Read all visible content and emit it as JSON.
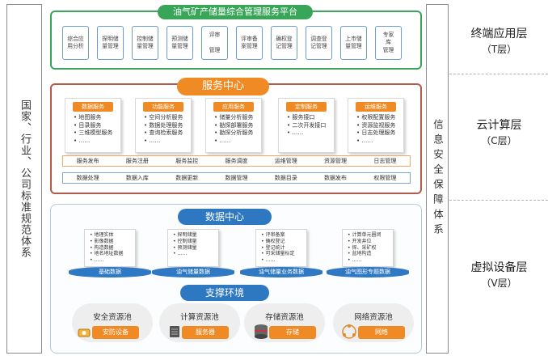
{
  "left_column": "国家、行业、公司标准规范体系",
  "middle_column": "信息安全保障体系",
  "layers": [
    {
      "name": "终端应用层",
      "sub": "（T层）"
    },
    {
      "name": "云计算层",
      "sub": "（C层）"
    },
    {
      "name": "虚拟设备层",
      "sub": "（V层）"
    }
  ],
  "terminal": {
    "title": "油气矿产储量综合管理服务平台",
    "apps": [
      "综合应\n用分析",
      "探明储\n量管理",
      "控制储\n量管理",
      "预测储\n量管理",
      "评审\n\n管理",
      "评审备\n案管理",
      "确权登\n记管理",
      "调查登\n记管理",
      "上市储\n量管理",
      "专家\n库\n管理"
    ]
  },
  "service_center": {
    "title": "服务中心",
    "cards": [
      {
        "head": "数据服务",
        "items": [
          "地图服务",
          "目录服务",
          "三维模型服务",
          "……"
        ]
      },
      {
        "head": "功能服务",
        "items": [
          "空间分析服务",
          "数据处理服务",
          "查询检索服务",
          "……"
        ]
      },
      {
        "head": "应用服务",
        "items": [
          "储量分析服务",
          "勘探部署服务",
          "勘探分析服务",
          "……"
        ]
      },
      {
        "head": "定制服务",
        "items": [
          "服务接口",
          "二次开发接口",
          "……"
        ]
      },
      {
        "head": "运维服务",
        "items": [
          "权限配置服务",
          "资源监视服务",
          "日志处理服务",
          "……"
        ]
      }
    ],
    "strip1": [
      "服务发布",
      "服务注册",
      "服务监控",
      "服务调度",
      "运维管理",
      "资源管理",
      "日志管理"
    ],
    "strip2": [
      "数据处理",
      "数据入库",
      "数据更新",
      "数据管理",
      "数据目录",
      "数据发布",
      "权限管理"
    ]
  },
  "data_center": {
    "title": "数据中心",
    "groups": [
      {
        "items": [
          "地理实体",
          "影像数据",
          "构造数据",
          "地名地址数据",
          "……"
        ],
        "base": "基础数据"
      },
      {
        "items": [
          "探明储量",
          "控制储量",
          "预测储量",
          "……"
        ],
        "base": "油气储量数据"
      },
      {
        "items": [
          "评审备案",
          "确权登记",
          "登记统计",
          "可采储量标定",
          "……"
        ],
        "base": "油气储量业务数据"
      },
      {
        "items": [
          "计算单元圈闭",
          "开发井位",
          "探、采矿权",
          "盆地构造",
          "……"
        ],
        "base": "油气图形专题数据"
      }
    ]
  },
  "support": {
    "title": "支撑环境",
    "pools": [
      {
        "name": "安全资源池",
        "device": "安防设备",
        "color": "#f08a24"
      },
      {
        "name": "计算资源池",
        "device": "服务器",
        "color": "#f08a24"
      },
      {
        "name": "存储资源池",
        "device": "存储",
        "color": "#f08a24"
      },
      {
        "name": "网络资源池",
        "device": "网络",
        "color": "#f08a24"
      }
    ]
  }
}
